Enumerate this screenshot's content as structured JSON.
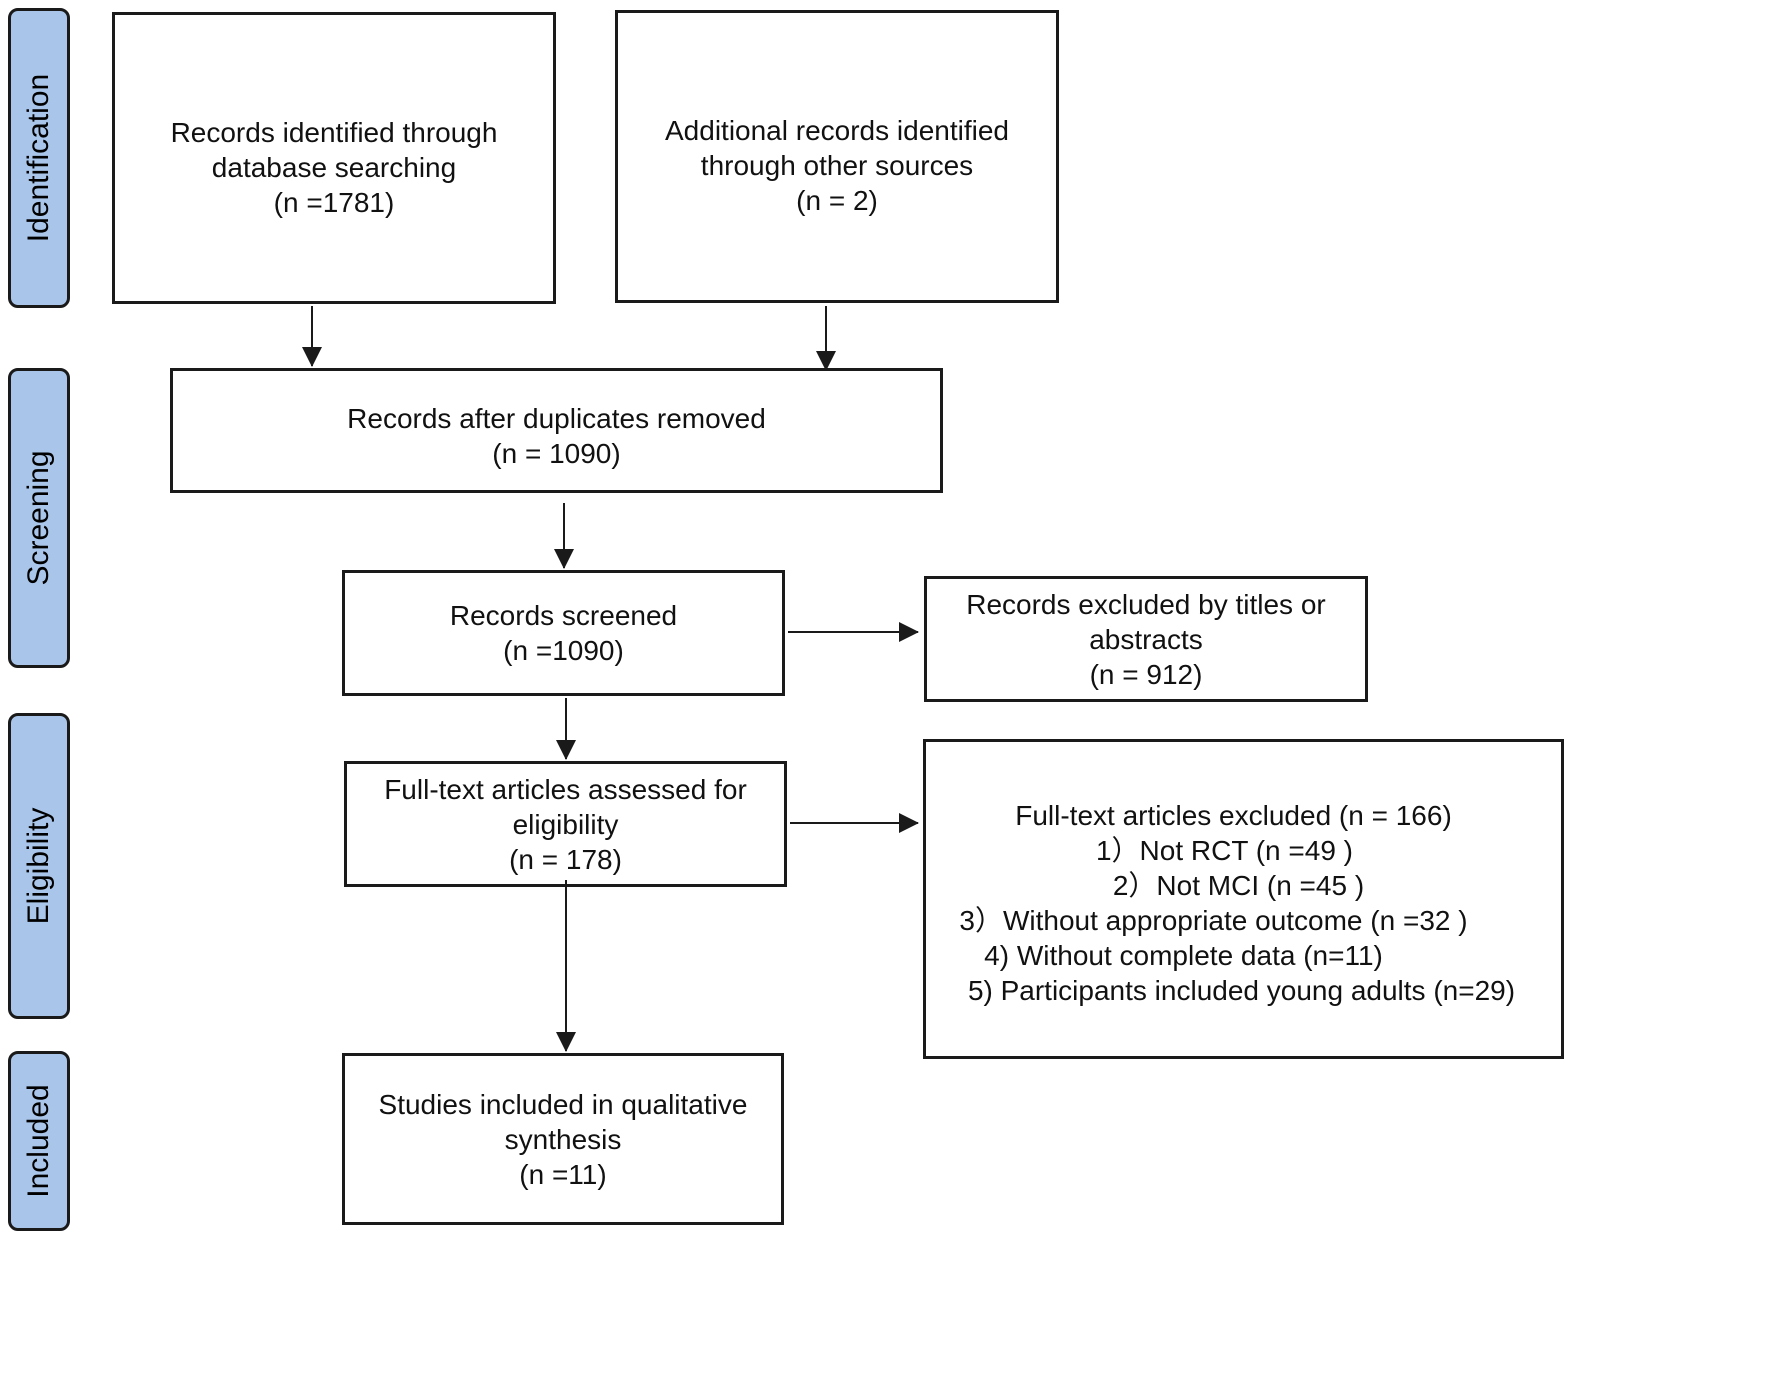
{
  "stages": {
    "identification": "Identification",
    "screening": "Screening",
    "eligibility": "Eligibility",
    "included": "Included"
  },
  "boxes": {
    "database_search": {
      "lines": [
        "Records identified through",
        "database searching",
        "(n =1781)"
      ]
    },
    "other_sources": {
      "lines": [
        "Additional records identified",
        "through other sources",
        "(n = 2)"
      ]
    },
    "duplicates_removed": {
      "lines": [
        "Records after duplicates removed",
        "(n = 1090)"
      ]
    },
    "screened": {
      "lines": [
        "Records screened",
        "(n =1090)"
      ]
    },
    "excluded_titles": {
      "lines": [
        "Records excluded by titles or",
        "abstracts",
        "(n = 912)"
      ]
    },
    "full_text_assessed": {
      "lines": [
        "Full-text articles assessed for",
        "eligibility",
        "(n = 178)"
      ]
    },
    "full_text_excluded": {
      "heading": "Full-text articles excluded (n = 166)",
      "reasons": [
        "1）Not RCT (n =49 )",
        "2）Not MCI (n =45 )",
        "3）Without appropriate outcome  (n =32 )",
        "4)  Without complete data (n=11)",
        "5)  Participants included young adults (n=29)"
      ]
    },
    "included": {
      "lines": [
        "Studies included in qualitative",
        "synthesis",
        "(n =11)"
      ]
    }
  }
}
